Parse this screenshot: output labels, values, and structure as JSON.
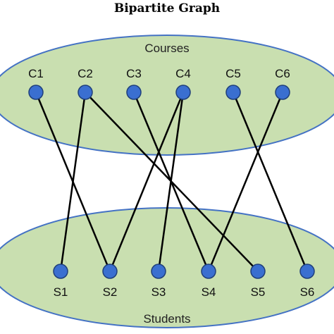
{
  "title": "Bipartite Graph",
  "courses_label": "Courses",
  "students_label": "Students",
  "courses": [
    "C1",
    "C2",
    "C3",
    "C4",
    "C5",
    "C6"
  ],
  "students": [
    "S1",
    "S2",
    "S3",
    "S4",
    "S5",
    "S6"
  ],
  "edges": [
    [
      "C1",
      "S2"
    ],
    [
      "C2",
      "S1"
    ],
    [
      "C2",
      "S5"
    ],
    [
      "C3",
      "S4"
    ],
    [
      "C4",
      "S2"
    ],
    [
      "C4",
      "S3"
    ],
    [
      "C5",
      "S6"
    ],
    [
      "C6",
      "S4"
    ]
  ],
  "colors": {
    "ellipse_fill": "#c9dfb0",
    "ellipse_stroke": "#4472c4",
    "node_fill": "#3a6fd0",
    "edge": "#000000"
  }
}
